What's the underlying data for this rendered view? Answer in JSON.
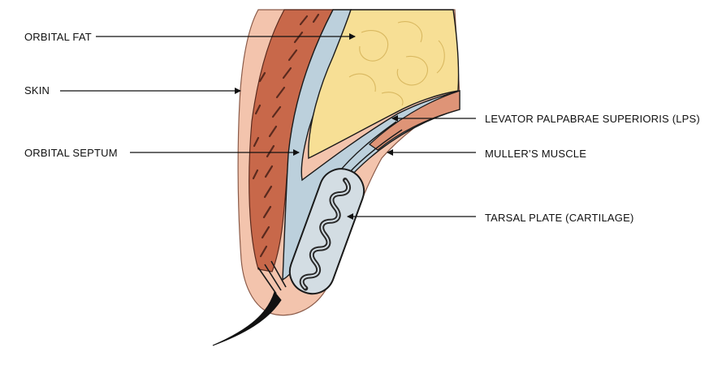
{
  "diagram": {
    "labels": {
      "orbital_fat": "ORBITAL FAT",
      "skin": "SKIN",
      "orbital_septum": "ORBITAL SEPTUM",
      "lps": "LEVATOR PALPABRAE SUPERIORIS (LPS)",
      "muller": "MULLER’S MUSCLE",
      "tarsal_plate": "TARSAL PLATE (CARTILAGE)"
    },
    "colors": {
      "skin": "#f3c4ad",
      "orbicularis_muscle": "#c8684a",
      "muscle_dark": "#5a2a1e",
      "orbital_fat": "#f7df95",
      "septum": "#bcd0dc",
      "lps_muscle": "#de9477",
      "tarsal_plate": "#d3dde3",
      "outline": "#1a1a1a"
    }
  }
}
